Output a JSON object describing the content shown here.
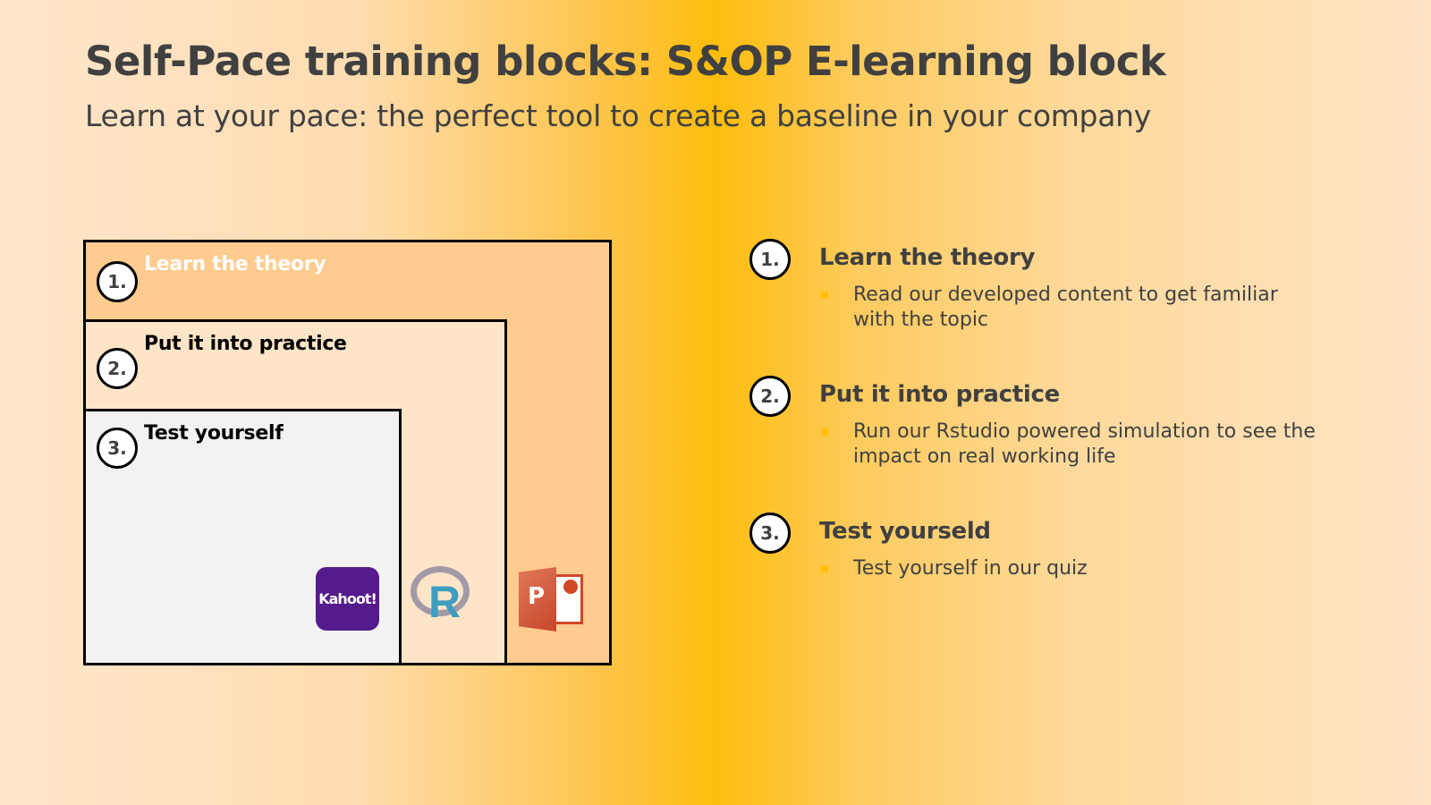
{
  "title": "Self-Pace training blocks:  S&OP E-learning block",
  "subtitle": "Learn at your pace: the perfect tool to create a baseline in your company",
  "diagram": {
    "blocks": [
      {
        "number": "1.",
        "label": "Learn the theory"
      },
      {
        "number": "2.",
        "label": "Put it into practice"
      },
      {
        "number": "3.",
        "label": "Test yourself"
      }
    ],
    "logos": {
      "kahoot": "Kahoot!",
      "r": "R",
      "powerpoint": "P"
    }
  },
  "steps": [
    {
      "number": "1.",
      "heading": "Learn the theory",
      "bullet": "Read our developed content to get familiar with the topic"
    },
    {
      "number": "2.",
      "heading": "Put it into practice",
      "bullet": "Run our Rstudio powered simulation to see the impact on real working life"
    },
    {
      "number": "3.",
      "heading": "Test yourseld",
      "bullet": "Test yourself in our quiz"
    }
  ],
  "colors": {
    "accent": "#ffc000",
    "kahoot": "#551a8b",
    "r_blue": "#3f9ec0",
    "ppt": "#d24726"
  }
}
